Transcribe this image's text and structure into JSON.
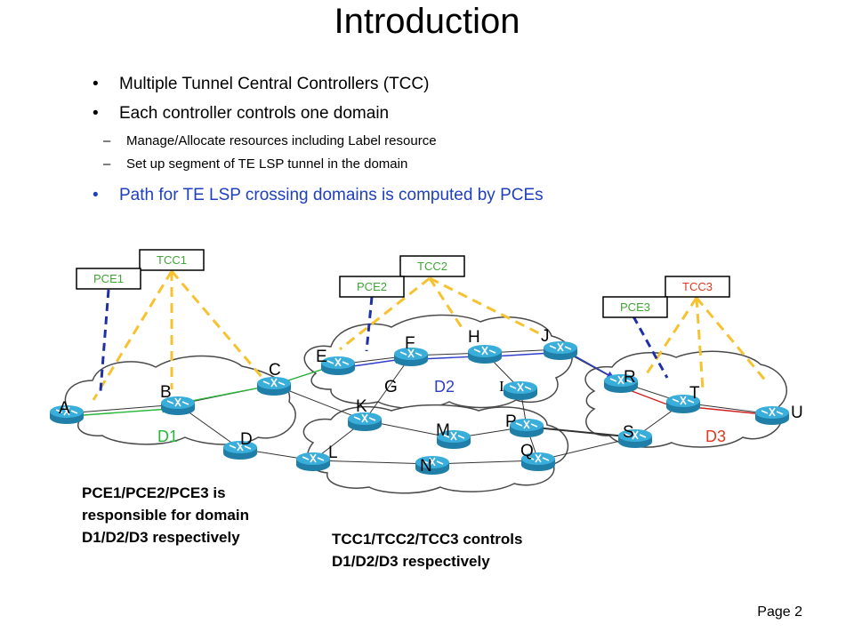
{
  "title": "Introduction",
  "bullets": [
    {
      "text": "Multiple Tunnel Central Controllers (TCC)",
      "level": 1
    },
    {
      "text": "Each controller controls one domain",
      "level": 1
    },
    {
      "text": "Manage/Allocate resources including Label resource",
      "level": 2
    },
    {
      "text": "Set up segment of TE LSP tunnel in the domain",
      "level": 2
    },
    {
      "text": "Path for TE LSP crossing domains is computed by PCEs",
      "level": 1
    }
  ],
  "diagram": {
    "boxes": {
      "tcc1": "TCC1",
      "tcc2": "TCC2",
      "tcc3": "TCC3",
      "pce1": "PCE1",
      "pce2": "PCE2",
      "pce3": "PCE3"
    },
    "domains": {
      "d1": "D1",
      "d2": "D2",
      "d3": "D3"
    },
    "nodes": [
      "A",
      "B",
      "C",
      "D",
      "E",
      "F",
      "G",
      "H",
      "I",
      "J",
      "K",
      "L",
      "M",
      "N",
      "P",
      "Q",
      "R",
      "S",
      "T",
      "U"
    ],
    "colors": {
      "tcc_text": "#3fa535",
      "tcc3_text": "#e03a1e",
      "dash_yellow": "#f7c22f",
      "dash_blue": "#1f2fa8",
      "path_green": "#27b53a",
      "path_blue": "#2f3fc8",
      "path_red": "#d02020",
      "router": "#2b9fc9"
    }
  },
  "notes": {
    "pce": [
      "PCE1/PCE2/PCE3 is",
      "responsible for domain",
      "D1/D2/D3 respectively"
    ],
    "tcc": [
      "TCC1/TCC2/TCC3 controls",
      "D1/D2/D3 respectively"
    ]
  },
  "page_label": "Page 2"
}
